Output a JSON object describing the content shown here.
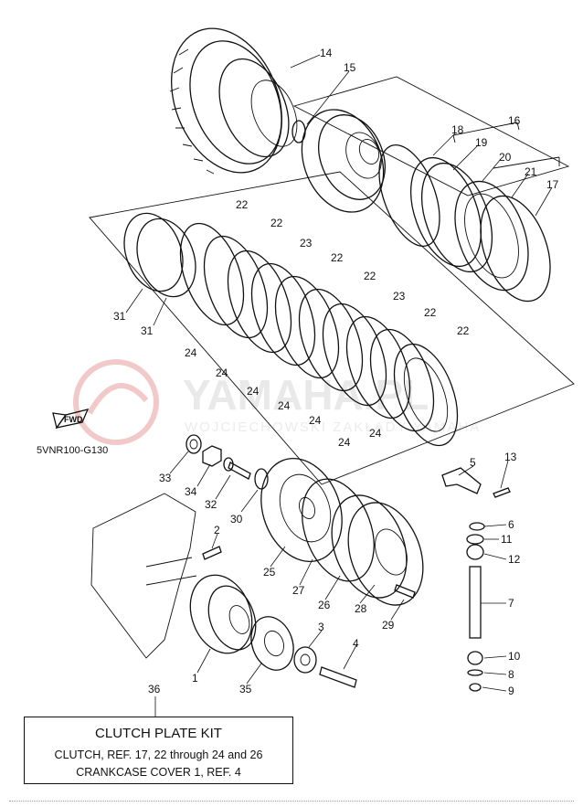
{
  "diagram_code": "5VNR100-G130",
  "fwd_label": "FWD",
  "watermark": {
    "main": "YAMAHA.PL",
    "sub": "WOJCIECHOWSKI ZAKŁADY YAMAHA"
  },
  "callouts": [
    "1",
    "2",
    "3",
    "4",
    "5",
    "6",
    "7",
    "8",
    "9",
    "10",
    "11",
    "12",
    "13",
    "14",
    "15",
    "16",
    "17",
    "18",
    "19",
    "20",
    "21",
    "22",
    "23",
    "24",
    "25",
    "26",
    "27",
    "28",
    "29",
    "30",
    "31",
    "32",
    "33",
    "34",
    "35",
    "36"
  ],
  "kit": {
    "ref_number": "36",
    "title": "CLUTCH PLATE KIT",
    "line1": "CLUTCH, REF. 17, 22 through 24 and 26",
    "line2": "CRANKCASE COVER 1, REF. 4"
  },
  "colors": {
    "line": "#111111",
    "watermark": "#e9e9e9",
    "watermark_logo": "#f2c9c9"
  }
}
